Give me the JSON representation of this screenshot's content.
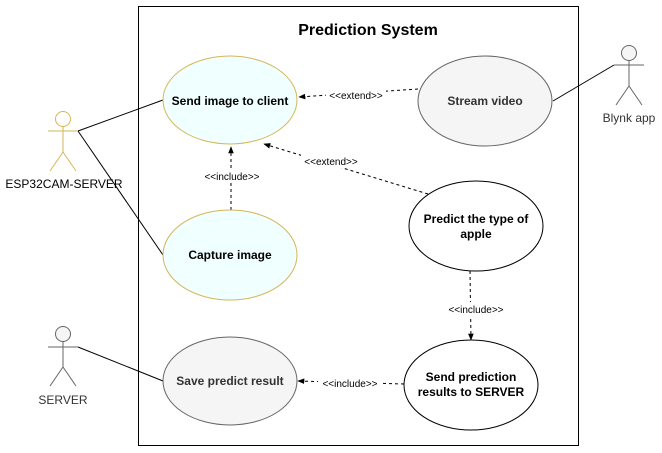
{
  "system": {
    "title": "Prediction System"
  },
  "actors": {
    "esp32": {
      "name": "ESP32CAM-SERVER",
      "color": "#d6b656"
    },
    "blynk": {
      "name": "Blynk app",
      "color": "#666666"
    },
    "server": {
      "name": "SERVER",
      "color": "#666666"
    }
  },
  "use_cases": {
    "send_image": {
      "label": "Send image to client",
      "fill": "#f0ffff",
      "stroke": "#d6b656"
    },
    "stream_video": {
      "label": "Stream video",
      "fill": "#f5f5f5",
      "stroke": "#666666"
    },
    "capture_image": {
      "label": "Capture image",
      "fill": "#f0ffff",
      "stroke": "#d6b656"
    },
    "predict": {
      "line1": "Predict the type of",
      "line2": "apple",
      "fill": "#ffffff",
      "stroke": "#000000"
    },
    "save_result": {
      "label": "Save predict result",
      "fill": "#f5f5f5",
      "stroke": "#666666"
    },
    "send_prediction": {
      "line1": "Send prediction",
      "line2": "results to SERVER",
      "fill": "#ffffff",
      "stroke": "#000000"
    }
  },
  "relations": {
    "extend_stream": "<<extend>>",
    "extend_predict": "<<extend>>",
    "include_capture": "<<include>>",
    "include_predict": "<<include>>",
    "include_save": "<<include>>"
  }
}
